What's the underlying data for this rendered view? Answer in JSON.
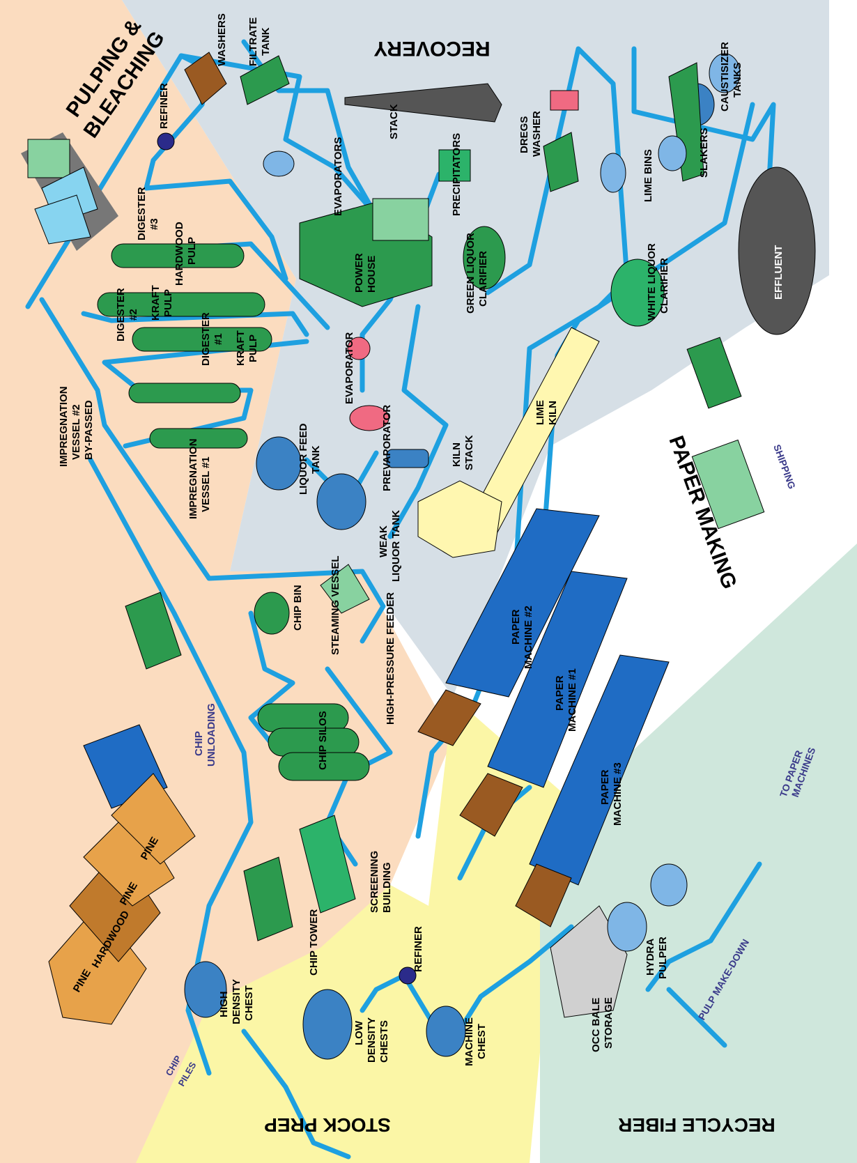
{
  "sections": {
    "pulping": "PULPING &",
    "pulping2": "BLEACHING",
    "recovery": "RECOVERY",
    "paper_making": "PAPER MAKING",
    "stock_prep": "STOCK PREP",
    "recycle_fiber": "RECYCLE FIBER"
  },
  "labels": {
    "washers": "WASHERS",
    "filtrate_tank": [
      "FILTRATE",
      "TANK"
    ],
    "refiner_top": "REFINER",
    "digester3": [
      "DIGESTER",
      "#3"
    ],
    "hardwood_pulp": [
      "HARDWOOD",
      "PULP"
    ],
    "digester2": [
      "DIGESTER",
      "#2"
    ],
    "kraft_pulp_2": [
      "KRAFT",
      "PULP"
    ],
    "digester1": [
      "DIGESTER",
      "#1"
    ],
    "kraft_pulp_1": [
      "KRAFT",
      "PULP"
    ],
    "imp2": [
      "IMPREGNATION",
      "VESSEL #2",
      "BY-PASSED"
    ],
    "imp1": [
      "IMPREGNATION",
      "VESSEL #1"
    ],
    "evaporators": "EVAPORATORS",
    "stack": "STACK",
    "precipitators": "PRECIPITATORS",
    "dregs_washer": [
      "DREGS",
      "WASHER"
    ],
    "caustisizer": [
      "CAUSTISIZER",
      "TANKS"
    ],
    "lime_bins": "LIME BINS",
    "slakers": "SLAKERS",
    "power_house": [
      "POWER",
      "HOUSE"
    ],
    "green_liquor": [
      "GREEN LIQUOR",
      "CLARIFIER"
    ],
    "white_liquor": [
      "WHITE LIQUOR",
      "CLARIFIER"
    ],
    "effluent": "EFFLUENT",
    "evaporator": "EVAPORATOR",
    "prevaporator": "PREVAPORATOR",
    "liquor_feed": [
      "LIQUOR FEED",
      "TANK"
    ],
    "kiln_stack": [
      "KILN",
      "STACK"
    ],
    "lime_kiln": [
      "LIME",
      "KILN"
    ],
    "weak_liquor": [
      "WEAK",
      "LIQUOR TANK"
    ],
    "steaming_vessel": "STEAMING VESSEL",
    "chip_bin": "CHIP BIN",
    "hp_feeder": "HIGH-PRESSURE FEEDER",
    "chip_silos": "CHIP SILOS",
    "chip_unloading": [
      "CHIP",
      "UNLOADING"
    ],
    "shipping": "SHIPPING",
    "pm2": [
      "PAPER",
      "MACHINE #2"
    ],
    "pm1": [
      "PAPER",
      "MACHINE #1"
    ],
    "pm3": [
      "PAPER",
      "MACHINE #3"
    ],
    "to_paper": [
      "TO PAPER",
      "MACHINES"
    ],
    "screening": [
      "SCREENING",
      "BUILDING"
    ],
    "chip_tower": "CHIP TOWER",
    "pine_a": "PINE",
    "pine_b": "PINE",
    "pine_c": "PINE",
    "hardwood": "HARDWOOD",
    "chip_piles": [
      "CHIP",
      "PILES"
    ],
    "hd_chest": [
      "HIGH",
      "DENSITY",
      "CHEST"
    ],
    "ld_chests": [
      "LOW",
      "DENSITY",
      "CHESTS"
    ],
    "refiner_bottom": "REFINER",
    "machine_chest": [
      "MACHINE",
      "CHEST"
    ],
    "occ_bale": [
      "OCC BALE",
      "STORAGE"
    ],
    "hydra_pulper": [
      "HYDRA",
      "PULPER"
    ],
    "pulp_makedown": "PULP MAKE-DOWN"
  },
  "colors": {
    "pulping_bg": "#fbdcbf",
    "recovery_bg": "#d6dfe6",
    "stock_bg": "#fbf6a6",
    "recycle_bg": "#cfe7dc",
    "pipe": "#1ea0e0",
    "green": "#2c9a4e",
    "blue": "#3b82c4",
    "brown": "#9a5a22"
  }
}
